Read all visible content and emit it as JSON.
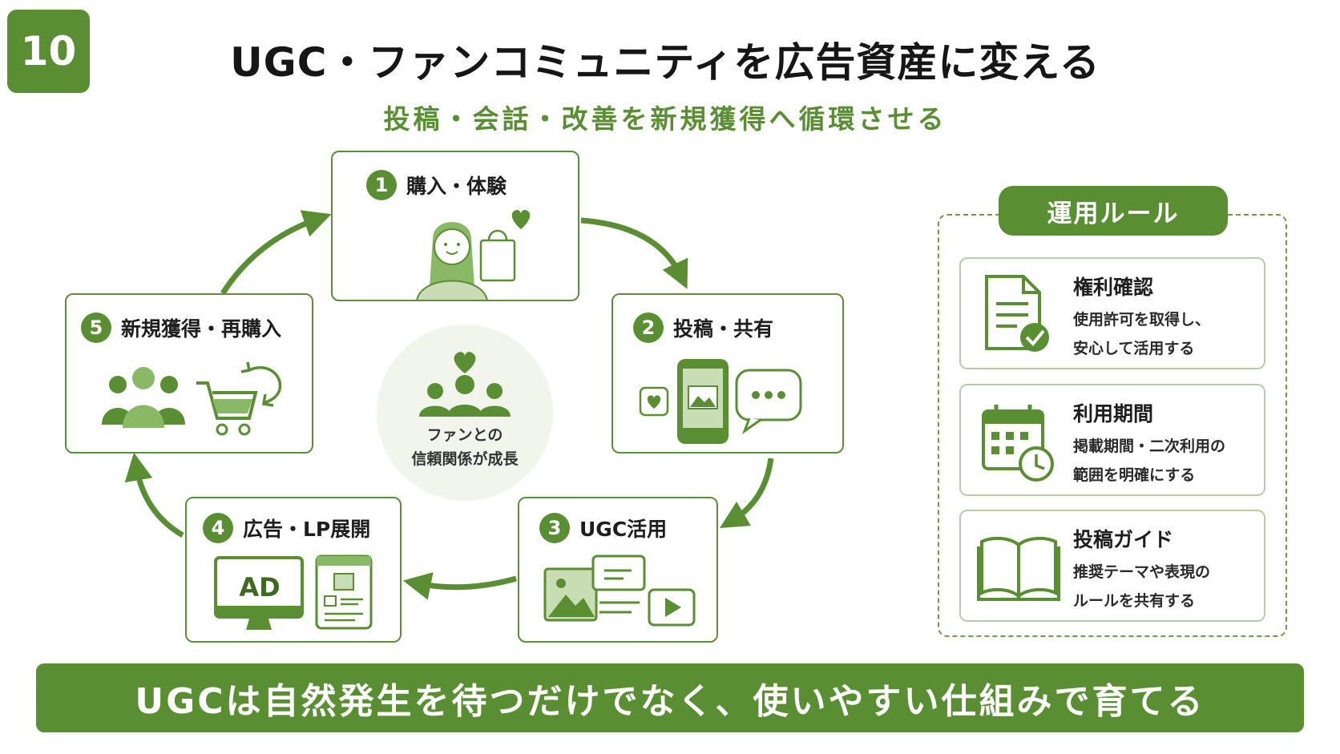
{
  "page_number": "10",
  "title": "UGC・ファンコミュニティを広告資産に変える",
  "subtitle": "投稿・会話・改善を新規獲得へ循環させる",
  "steps": [
    {
      "num": "1",
      "label": "購入・体験"
    },
    {
      "num": "2",
      "label": "投稿・共有"
    },
    {
      "num": "3",
      "label": "UGC活用"
    },
    {
      "num": "4",
      "label": "広告・LP展開"
    },
    {
      "num": "5",
      "label": "新規獲得・再購入"
    }
  ],
  "center": {
    "line1": "ファンとの",
    "line2": "信頼関係が成長"
  },
  "ad_icon_text": "AD",
  "rules": {
    "title": "運用ルール",
    "items": [
      {
        "title": "権利確認",
        "desc1": "使用許可を取得し、",
        "desc2": "安心して活用する"
      },
      {
        "title": "利用期間",
        "desc1": "掲載期間・二次利用の",
        "desc2": "範囲を明確にする"
      },
      {
        "title": "投稿ガイド",
        "desc1": "推奨テーマや表現の",
        "desc2": "ルールを共有する"
      }
    ]
  },
  "banner": "UGCは自然発生を待つだけでなく、使いやすい仕組みで育てる",
  "colors": {
    "primary": "#5a8e33",
    "light": "#8ab965",
    "pale": "#f1f5ec"
  }
}
